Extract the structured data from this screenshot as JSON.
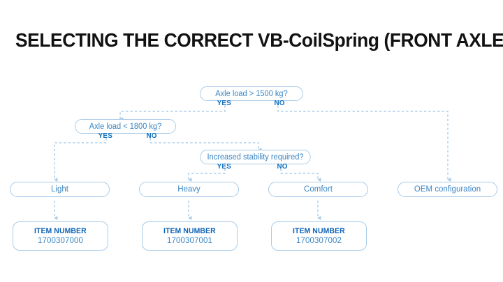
{
  "page": {
    "title": "SELECTING THE CORRECT VB-CoilSpring (FRONT AXLE)",
    "background_color": "#ffffff",
    "title_color": "#121212"
  },
  "theme": {
    "border_color": "#a8cbe8",
    "text_blue": "#3b86c4",
    "label_blue": "#0d6fc0",
    "item_label_blue": "#0d62b5",
    "connector_color": "#a8cbe8"
  },
  "decisions": [
    {
      "id": "axle-load-1500",
      "text": "Axle load > 1500 kg?",
      "yes_label": "YES",
      "no_label": "NO"
    },
    {
      "id": "axle-load-1800",
      "text": "Axle load < 1800 kg?",
      "yes_label": "YES",
      "no_label": "NO"
    },
    {
      "id": "increased-stability",
      "text": "Increased stability required?",
      "yes_label": "YES",
      "no_label": "NO"
    }
  ],
  "results": [
    {
      "id": "light",
      "text": "Light"
    },
    {
      "id": "heavy",
      "text": "Heavy"
    },
    {
      "id": "comfort",
      "text": "Comfort"
    },
    {
      "id": "oem",
      "text": "OEM configuration"
    }
  ],
  "items": [
    {
      "id": "item-light",
      "label": "ITEM NUMBER",
      "value": "1700307000"
    },
    {
      "id": "item-heavy",
      "label": "ITEM NUMBER",
      "value": "1700307001"
    },
    {
      "id": "item-comfort",
      "label": "ITEM NUMBER",
      "value": "1700307002"
    }
  ]
}
